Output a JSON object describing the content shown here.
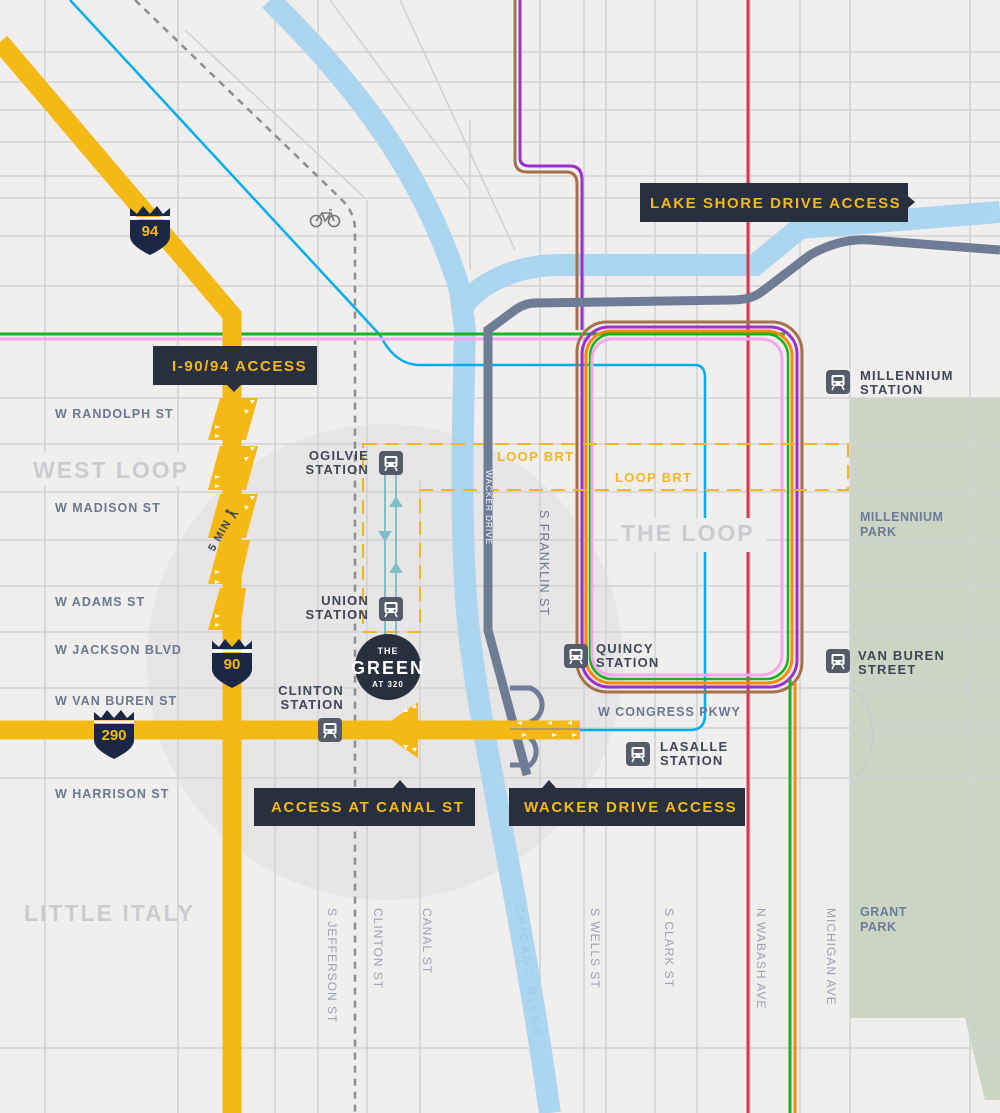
{
  "colors": {
    "background": "#f1eeee",
    "grid": "#d3d3d6",
    "river": "#acd5f0",
    "highway": "#f5b916",
    "navy": "#28303f",
    "shield": "#1b2845",
    "wacker": "#6e7c96",
    "park": "#ccd5c3",
    "blue_line": "#00aef0",
    "green_line": "#19b324",
    "pink_line": "#f8a6ee",
    "brown_line": "#a5714a",
    "purple_line": "#9b2fd0",
    "orange_line": "#ff8a00",
    "red_line": "#d13b52",
    "brt": "#f1b52a",
    "walk_circle": "#e3e2e2"
  },
  "neighborhoods": [
    {
      "name": "WEST LOOP"
    },
    {
      "name": "THE LOOP"
    },
    {
      "name": "LITTLE ITALY"
    }
  ],
  "streets_horizontal": [
    {
      "name": "W RANDOLPH ST"
    },
    {
      "name": "W MADISON ST"
    },
    {
      "name": "W ADAMS ST"
    },
    {
      "name": "W JACKSON BLVD"
    },
    {
      "name": "W VAN BUREN ST"
    },
    {
      "name": "W HARRISON ST"
    },
    {
      "name": "W CONGRESS PKWY"
    }
  ],
  "streets_vertical": [
    {
      "name": "S JEFFERSON ST"
    },
    {
      "name": "CLINTON ST"
    },
    {
      "name": "CANAL ST"
    },
    {
      "name": "S WELLS ST"
    },
    {
      "name": "S CLARK ST"
    },
    {
      "name": "N WABASH AVE"
    },
    {
      "name": "MICHIGAN AVE"
    },
    {
      "name": "S FRANKLIN ST"
    },
    {
      "name": "WACKER DRIVE"
    }
  ],
  "river": {
    "name": "CHICAGO RIVER"
  },
  "stations": [
    {
      "line1": "OGILVIE",
      "line2": "STATION",
      "icon": "train-icon"
    },
    {
      "line1": "UNION",
      "line2": "STATION",
      "icon": "train-icon"
    },
    {
      "line1": "CLINTON",
      "line2": "STATION",
      "icon": "train-icon"
    },
    {
      "line1": "QUINCY",
      "line2": "STATION",
      "icon": "train-icon"
    },
    {
      "line1": "LASALLE",
      "line2": "STATION",
      "icon": "train-icon"
    },
    {
      "line1": "MILLENNIUM",
      "line2": "STATION",
      "icon": "train-icon"
    },
    {
      "line1": "VAN BUREN",
      "line2": "STREET",
      "icon": "train-icon"
    }
  ],
  "parks": [
    {
      "line1": "MILLENNIUM",
      "line2": "PARK"
    },
    {
      "line1": "GRANT",
      "line2": "PARK"
    }
  ],
  "callouts": {
    "lake_shore": "LAKE SHORE DRIVE ACCESS",
    "i90_94": "I-90/94 ACCESS",
    "canal": "ACCESS AT CANAL ST",
    "wacker": "WACKER DRIVE ACCESS"
  },
  "shields": {
    "i94": "94",
    "i90": "90",
    "i290": "290"
  },
  "brt": {
    "label1": "LOOP BRT",
    "label2": "LOOP BRT"
  },
  "walk": {
    "label": "5 MIN",
    "icon": "walking-person-icon"
  },
  "building": {
    "top": "THE",
    "name": "GREEN",
    "bottom": "AT 320"
  },
  "icons": {
    "bike": "bicycle-icon"
  }
}
